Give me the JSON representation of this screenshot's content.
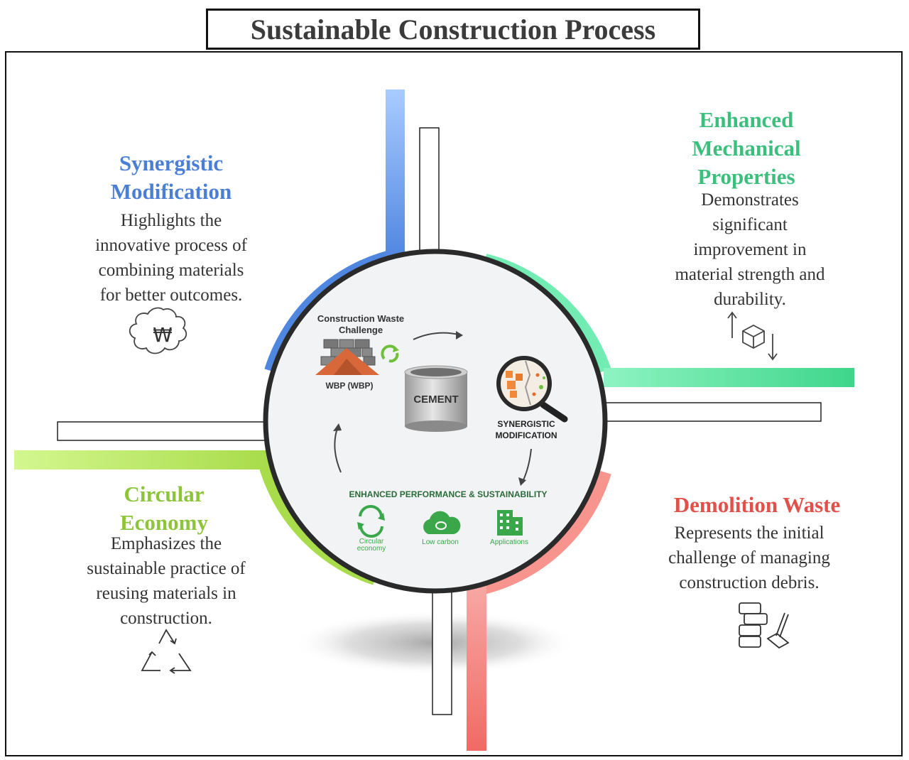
{
  "title": "Sustainable Construction Process",
  "colors": {
    "blue": "#4f86e0",
    "green": "#3ed68a",
    "lime": "#a8dc4a",
    "red": "#f07a74"
  },
  "sections": {
    "synergistic": {
      "heading": [
        "Synergistic",
        "Modification"
      ],
      "description": [
        "Highlights the",
        "innovative process of",
        "combining materials",
        "for better outcomes."
      ],
      "color": "#4b7fd6",
      "icon": "won-badge-icon"
    },
    "mechanical": {
      "heading": [
        "Enhanced",
        "Mechanical",
        "Properties"
      ],
      "description": [
        "Demonstrates",
        "significant",
        "improvement in",
        "material strength and",
        "durability."
      ],
      "color": "#3bbf7c",
      "icon": "cube-arrows-icon"
    },
    "circular": {
      "heading": [
        "Circular",
        "Economy"
      ],
      "description": [
        "Emphasizes the",
        "sustainable practice of",
        "reusing materials in",
        "construction."
      ],
      "color": "#8cc43a",
      "icon": "recycle-icon"
    },
    "demolition": {
      "heading": [
        "Demolition Waste"
      ],
      "description": [
        "Represents the initial",
        "challenge of managing",
        "construction debris."
      ],
      "color": "#e2504a",
      "icon": "bricks-hammer-icon"
    }
  },
  "center": {
    "waste_title": [
      "Construction Waste",
      "Challenge"
    ],
    "wbp_label": "WBP (WBP)",
    "cement_label": "CEMENT",
    "synergy_label": [
      "SYNERGISTIC",
      "MODIFICATION"
    ],
    "enhanced_label": "ENHANCED PERFORMANCE & SUSTAINABILITY",
    "icons": [
      {
        "label": [
          "Circular",
          "economy"
        ],
        "icon": "circular-arrows-icon"
      },
      {
        "label": [
          "Low carbon"
        ],
        "icon": "cloud-leaf-icon"
      },
      {
        "label": [
          "Applications"
        ],
        "icon": "building-icon"
      }
    ]
  }
}
